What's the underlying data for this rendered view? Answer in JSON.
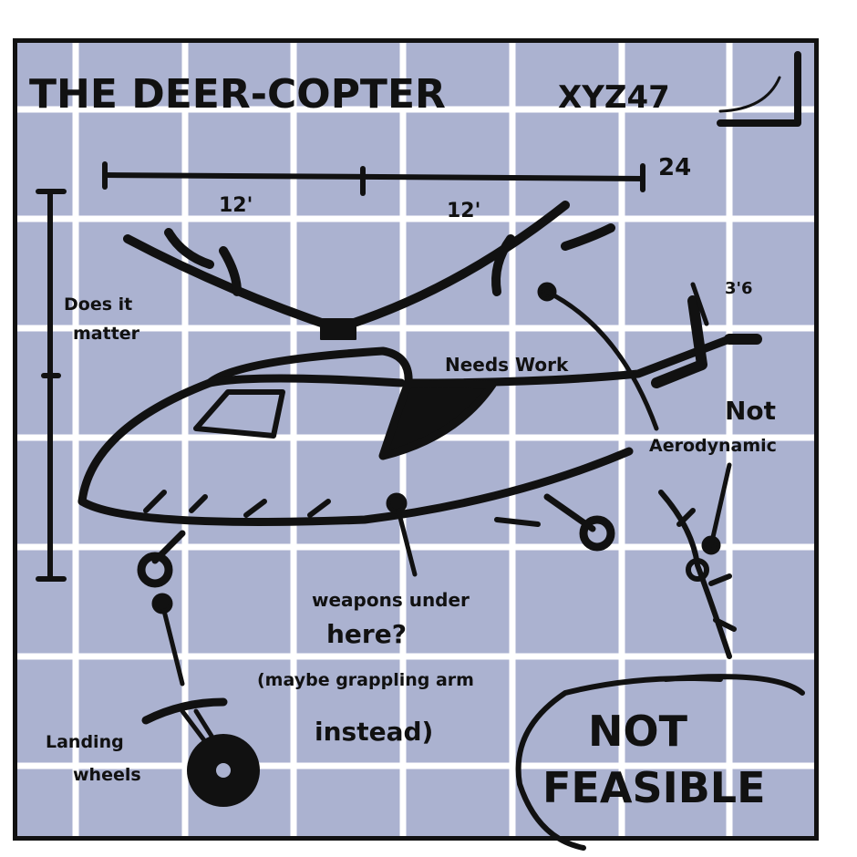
{
  "title": "THE DEER-COPTER",
  "code": "XYZ47",
  "dimensions": {
    "total": "24",
    "left_half": "12'",
    "right_half": "12'",
    "tail_rotor": "3'6"
  },
  "notes": {
    "height": [
      "Does it",
      "matter"
    ],
    "needs_work": "Needs Work",
    "aerodynamic": [
      "Not",
      "Aerodynamic"
    ],
    "weapons": [
      "weapons under",
      "here?"
    ],
    "grappling": [
      "(maybe grappling arm",
      "instead)"
    ],
    "landing": [
      "Landing",
      "wheels"
    ],
    "verdict": [
      "NOT",
      "FEASIBLE"
    ]
  },
  "colors": {
    "paper": "#abb2d0",
    "grid": "#ffffff",
    "ink": "#111111"
  }
}
